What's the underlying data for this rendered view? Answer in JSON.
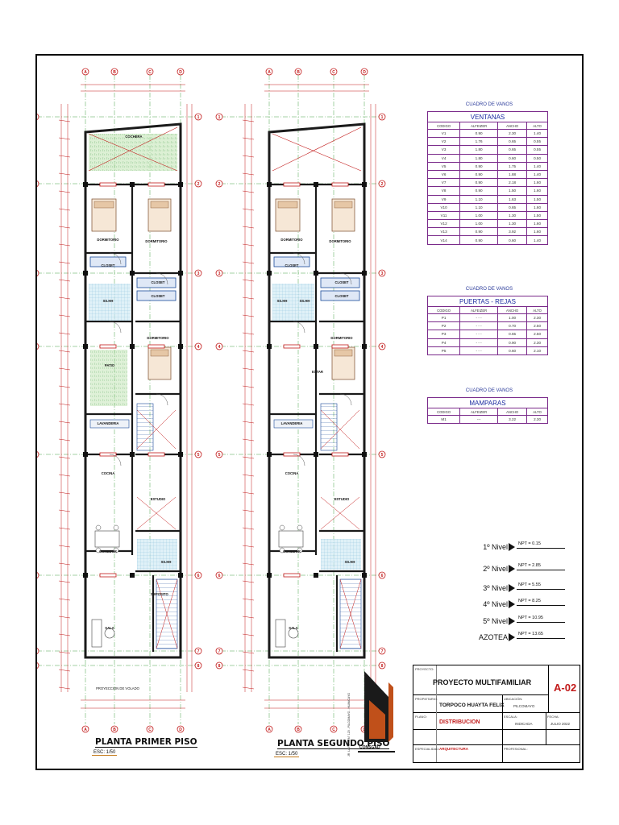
{
  "tables": {
    "ventanas": {
      "caption": "CUADRO DE VANOS",
      "title": "VENTANAS",
      "headers": [
        "CODIGO",
        "ALFEIZER",
        "ANCHO",
        "ALTO"
      ],
      "rows": [
        [
          "V1",
          "0.90",
          "2.30",
          "1.40"
        ],
        [
          "V2",
          "1.76",
          "0.65",
          "0.55"
        ],
        [
          "V3",
          "1.80",
          "0.65",
          "0.55"
        ],
        [
          "V4",
          "1.80",
          "0.60",
          "0.50"
        ],
        [
          "V5",
          "0.90",
          "1.75",
          "1.40"
        ],
        [
          "V6",
          "0.90",
          "1.88",
          "1.40"
        ],
        [
          "V7",
          "0.90",
          "2.18",
          "1.60"
        ],
        [
          "V8",
          "0.90",
          "1.50",
          "1.60"
        ],
        [
          "V9",
          "1.10",
          "1.63",
          "1.50"
        ],
        [
          "V10",
          "1.10",
          "0.65",
          "1.60"
        ],
        [
          "V11",
          "1.00",
          "1.30",
          "1.50"
        ],
        [
          "V12",
          "1.00",
          "1.30",
          "1.60"
        ],
        [
          "V13",
          "0.90",
          "3.92",
          "1.60"
        ],
        [
          "V14",
          "0.90",
          "0.60",
          "1.40"
        ]
      ]
    },
    "puertas": {
      "caption": "CUADRO DE VANOS",
      "title": "PUERTAS - REJAS",
      "headers": [
        "CODIGO",
        "ALFEIZER",
        "ANCHO",
        "ALTO"
      ],
      "rows": [
        [
          "P1",
          "- - -",
          "1.00",
          "2.30"
        ],
        [
          "P2",
          "- - -",
          "0.70",
          "2.50"
        ],
        [
          "P3",
          "- - -",
          "0.65",
          "2.50"
        ],
        [
          "P4",
          "- - -",
          "0.90",
          "2.30"
        ],
        [
          "P5",
          "- - -",
          "0.60",
          "2.10"
        ]
      ]
    },
    "mamparas": {
      "caption": "CUADRO DE VANOS",
      "title": "MAMPARAS",
      "headers": [
        "CODIGO",
        "ALFEIZER",
        "ANCHO",
        "ALTO"
      ],
      "rows": [
        [
          "M1",
          "---",
          "3.22",
          "2.30"
        ]
      ]
    }
  },
  "levels": [
    {
      "name": "1º Nivel",
      "npt": "NPT = 0.15"
    },
    {
      "name": "2º Nivel",
      "npt": "NPT = 2.85"
    },
    {
      "name": "3º Nivel",
      "npt": "NPT = 5.55"
    },
    {
      "name": "4º Nivel",
      "npt": "NPT = 8.25"
    },
    {
      "name": "5º Nivel",
      "npt": "NPT = 10.95"
    },
    {
      "name": "AZOTEA",
      "npt": "NPT = 13.65"
    }
  ],
  "plans": [
    {
      "title": "PLANTA PRIMER PISO",
      "scale": "ESC: 1/50",
      "room_labels": [
        "COCHERA",
        "DORMITORIO",
        "DORMITORIO",
        "CLOSET",
        "CLOSET",
        "CLOSET",
        "SS.HH",
        "PATIO",
        "DORMITORIO",
        "LAVANDERIA",
        "COCINA",
        "ESTUDIO",
        "COMEDOR",
        "SALA",
        "DEPOSITO",
        "SS.HH"
      ],
      "sidewalk_label": "PROYECCION DE VOLADO"
    },
    {
      "title": "PLANTA SEGUNDO PISO",
      "scale": "ESC: 1/50",
      "room_labels": [
        "DORMITORIO",
        "DORMITORIO",
        "CLOSET",
        "CLOSET",
        "CLOSET",
        "SS.HH",
        "SS.HH",
        "DORMITORIO",
        "ESTAR",
        "LAVANDERIA",
        "COCINA",
        "ESTUDIO",
        "COMEDOR",
        "SALA",
        "SS.HH"
      ]
    }
  ],
  "grid_labels": {
    "columns": [
      "A",
      "B",
      "C",
      "D"
    ],
    "rows": [
      "1",
      "2",
      "3",
      "4",
      "5",
      "6",
      "7",
      "8"
    ]
  },
  "title_block": {
    "project_label": "PROYECTO:",
    "project": "PROYECTO MULTIFAMILIAR",
    "sheet_code": "A-02",
    "owner_label": "PROPIETARIO:",
    "owner": "TORPOCO HUAYTA FELIX",
    "location_label": "UBICACIÓN:",
    "location": "PILCOMAYO",
    "plan_label": "PLANO:",
    "plan": "DISTRIBUCION",
    "scale_label": "ESCALA:",
    "scale": "INDICADA",
    "date_label": "FECHA:",
    "date": "JULIO 2022",
    "specialty_label": "ESPECIALIDAD:",
    "specialty": "ARQUITECTURA",
    "professional_label": "PROFESIONAL:",
    "side_note": "JR. LA ROSA N° 123 - PILCOMAYO - HUANCAYO",
    "logo_text": "CONSGAD"
  },
  "colors": {
    "wall": "#1a1a1a",
    "dimension": "#c21a1a",
    "axis": "#1a8a1a",
    "accent": "#5a1a8a",
    "closet": "#1a4a9a",
    "scale_underline": "#c47a1a"
  }
}
